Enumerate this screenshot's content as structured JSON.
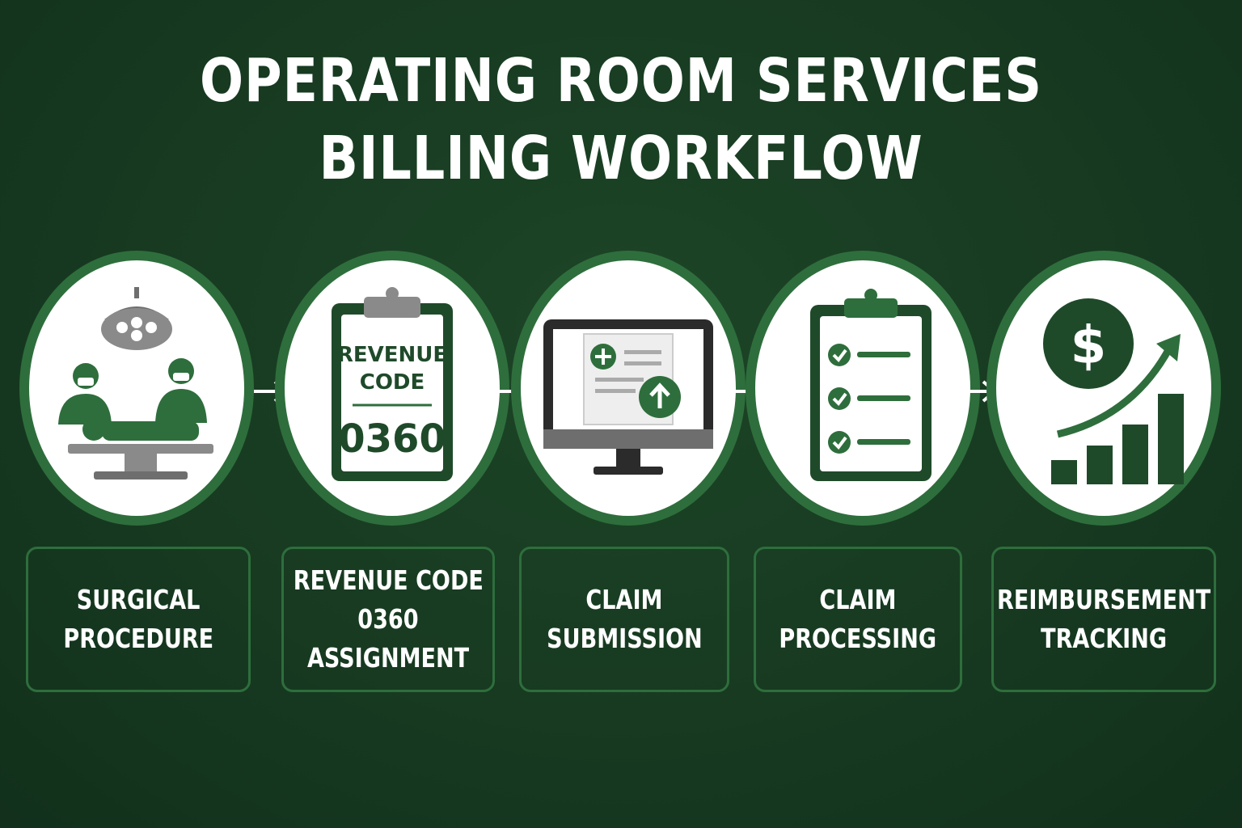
{
  "title": {
    "line1": "OPERATING ROOM SERVICES",
    "line2": "BILLING WORKFLOW"
  },
  "steps": [
    {
      "icon": "surgeons-operating-icon",
      "label_lines": [
        "SURGICAL",
        "PROCEDURE"
      ]
    },
    {
      "icon": "revenue-code-clipboard-icon",
      "card_line1": "REVENUE",
      "card_line2": "CODE",
      "card_code": "0360",
      "label_lines": [
        "REVENUE CODE",
        "0360",
        "ASSIGNMENT"
      ]
    },
    {
      "icon": "monitor-upload-icon",
      "label_lines": [
        "CLAIM",
        "SUBMISSION"
      ]
    },
    {
      "icon": "checklist-clipboard-icon",
      "label_lines": [
        "CLAIM",
        "PROCESSING"
      ]
    },
    {
      "icon": "dollar-growth-chart-icon",
      "label_lines": [
        "REIMBURSEMENT",
        "TRACKING"
      ]
    }
  ],
  "colors": {
    "background": "#17361f",
    "accent_green": "#2e6e3c",
    "icon_gray": "#8a8a8a",
    "text": "#ffffff"
  }
}
